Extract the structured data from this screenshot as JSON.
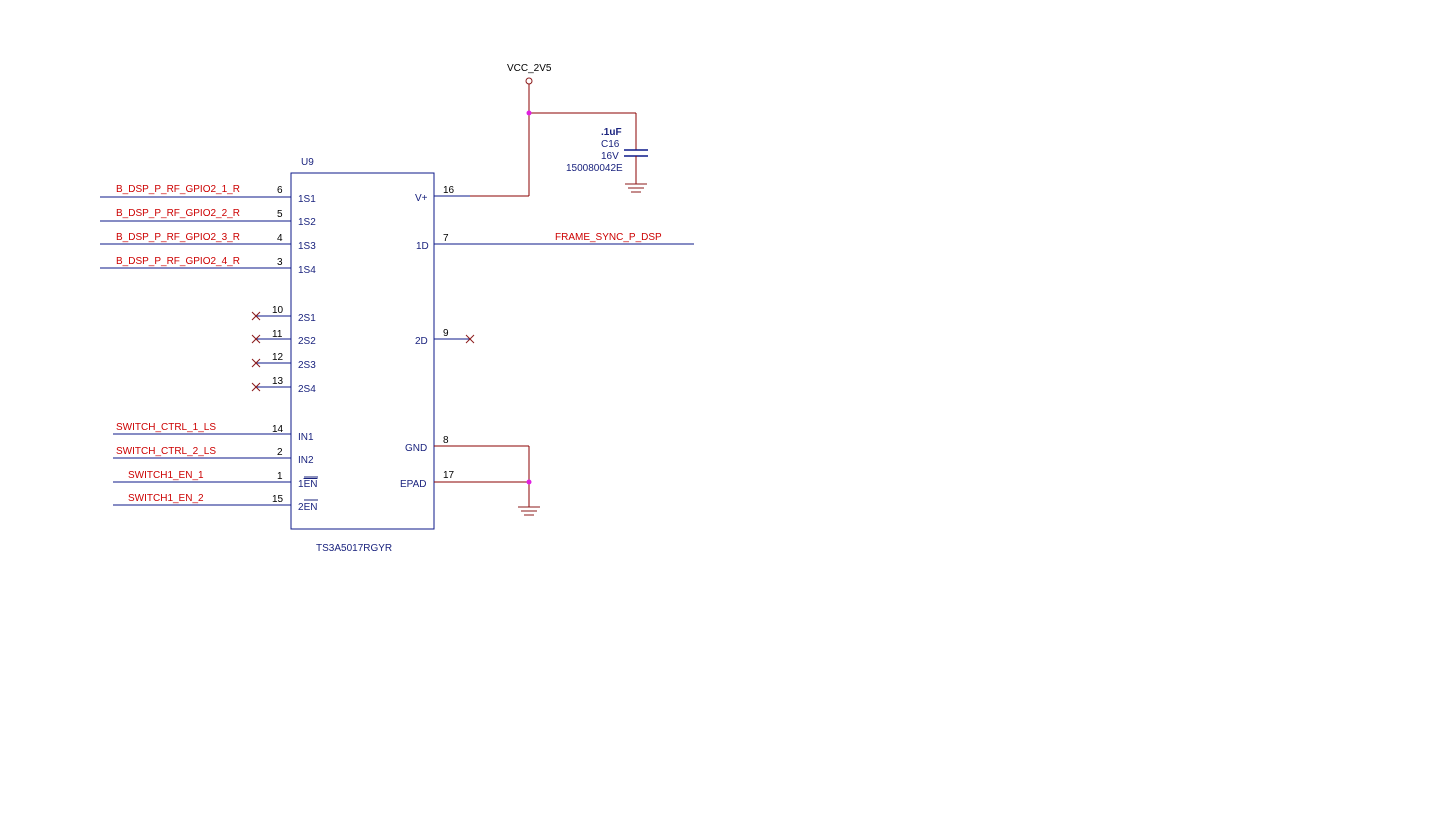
{
  "component": {
    "refdes": "U9",
    "part_number": "TS3A5017RGYR"
  },
  "left_pins": [
    {
      "net": "B_DSP_P_RF_GPIO2_1_R",
      "num": "6",
      "name": "1S1"
    },
    {
      "net": "B_DSP_P_RF_GPIO2_2_R",
      "num": "5",
      "name": "1S2"
    },
    {
      "net": "B_DSP_P_RF_GPIO2_3_R",
      "num": "4",
      "name": "1S3"
    },
    {
      "net": "B_DSP_P_RF_GPIO2_4_R",
      "num": "3",
      "name": "1S4"
    },
    {
      "net": "",
      "num": "10",
      "name": "2S1"
    },
    {
      "net": "",
      "num": "11",
      "name": "2S2"
    },
    {
      "net": "",
      "num": "12",
      "name": "2S3"
    },
    {
      "net": "",
      "num": "13",
      "name": "2S4"
    },
    {
      "net": "SWITCH_CTRL_1_LS",
      "num": "14",
      "name": "IN1"
    },
    {
      "net": "SWITCH_CTRL_2_LS",
      "num": "2",
      "name": "IN2"
    },
    {
      "net": "SWITCH1_EN_1",
      "num": "1",
      "name_prefix": "1",
      "name_bar": "EN"
    },
    {
      "net": "SWITCH1_EN_2",
      "num": "15",
      "name_prefix": "2",
      "name_bar": "EN"
    }
  ],
  "right_pins": [
    {
      "name": "V+",
      "num": "16",
      "net": ""
    },
    {
      "name": "1D",
      "num": "7",
      "net": "FRAME_SYNC_P_DSP"
    },
    {
      "name": "2D",
      "num": "9",
      "net": ""
    },
    {
      "name": "GND",
      "num": "8",
      "net": ""
    },
    {
      "name": "EPAD",
      "num": "17",
      "net": ""
    }
  ],
  "power": {
    "rail": "VCC_2V5"
  },
  "capacitor": {
    "value": ".1uF",
    "refdes": "C16",
    "voltage": "16V",
    "part_number": "150080042E"
  },
  "colors": {
    "net_label": "#cc0000",
    "pin_label": "#1a237e",
    "wire": "#8b0000",
    "junction": "#e020e0"
  }
}
